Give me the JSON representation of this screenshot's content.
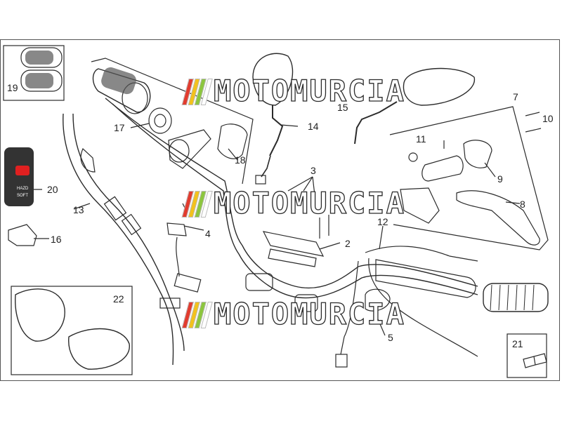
{
  "watermark": {
    "text": "MOTOMURCIA",
    "bar_colors": [
      "#e23b2e",
      "#f3c21c",
      "#8cc63e",
      "#ffffff"
    ]
  },
  "callouts": {
    "c2": "2",
    "c3": "3",
    "c4": "4",
    "c5": "5",
    "c7": "7",
    "c8": "8",
    "c9": "9",
    "c10": "10",
    "c11": "11",
    "c12": "12",
    "c13": "13",
    "c14": "14",
    "c15": "15",
    "c16": "16",
    "c17": "17",
    "c18": "18",
    "c19": "19",
    "c20": "20",
    "c21": "21",
    "c22": "22"
  },
  "switch_labels": {
    "top": "HAZD",
    "bottom": "SOFT"
  },
  "colors": {
    "line": "#2b2b2b",
    "grip": "#555555",
    "switch_red": "#e02020"
  }
}
